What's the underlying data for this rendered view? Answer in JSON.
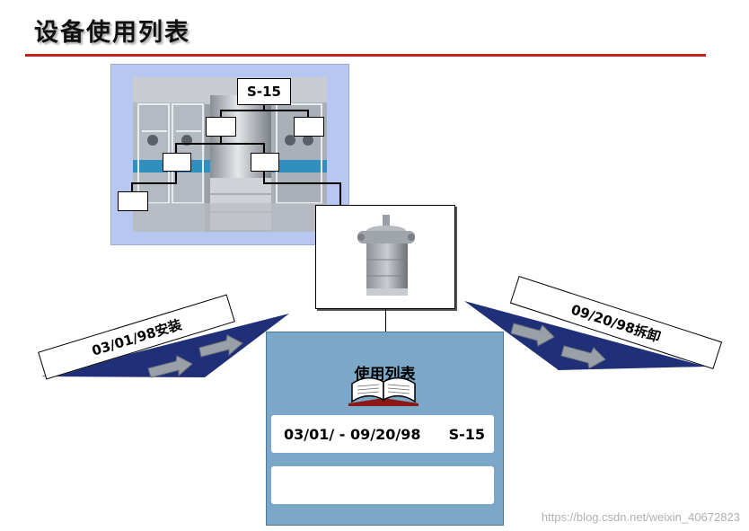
{
  "page": {
    "title": "设备使用列表"
  },
  "equipment_photo": {
    "top_location": "S-15"
  },
  "install": {
    "label": "03/01/98安装"
  },
  "removal": {
    "label": "09/20/98拆卸"
  },
  "usage_list": {
    "title": "使用列表",
    "rows": [
      {
        "period": "03/01/ - 09/20/98",
        "location": "S-15"
      },
      {
        "period": "",
        "location": ""
      }
    ]
  },
  "watermark": "https://blog.csdn.net/weixin_40672823",
  "colors": {
    "accent_red": "#c8201e",
    "arrow_navy": "#1f2f78",
    "panel_blue": "#7ba7c8",
    "photo_panel": "#b8c6f2"
  }
}
